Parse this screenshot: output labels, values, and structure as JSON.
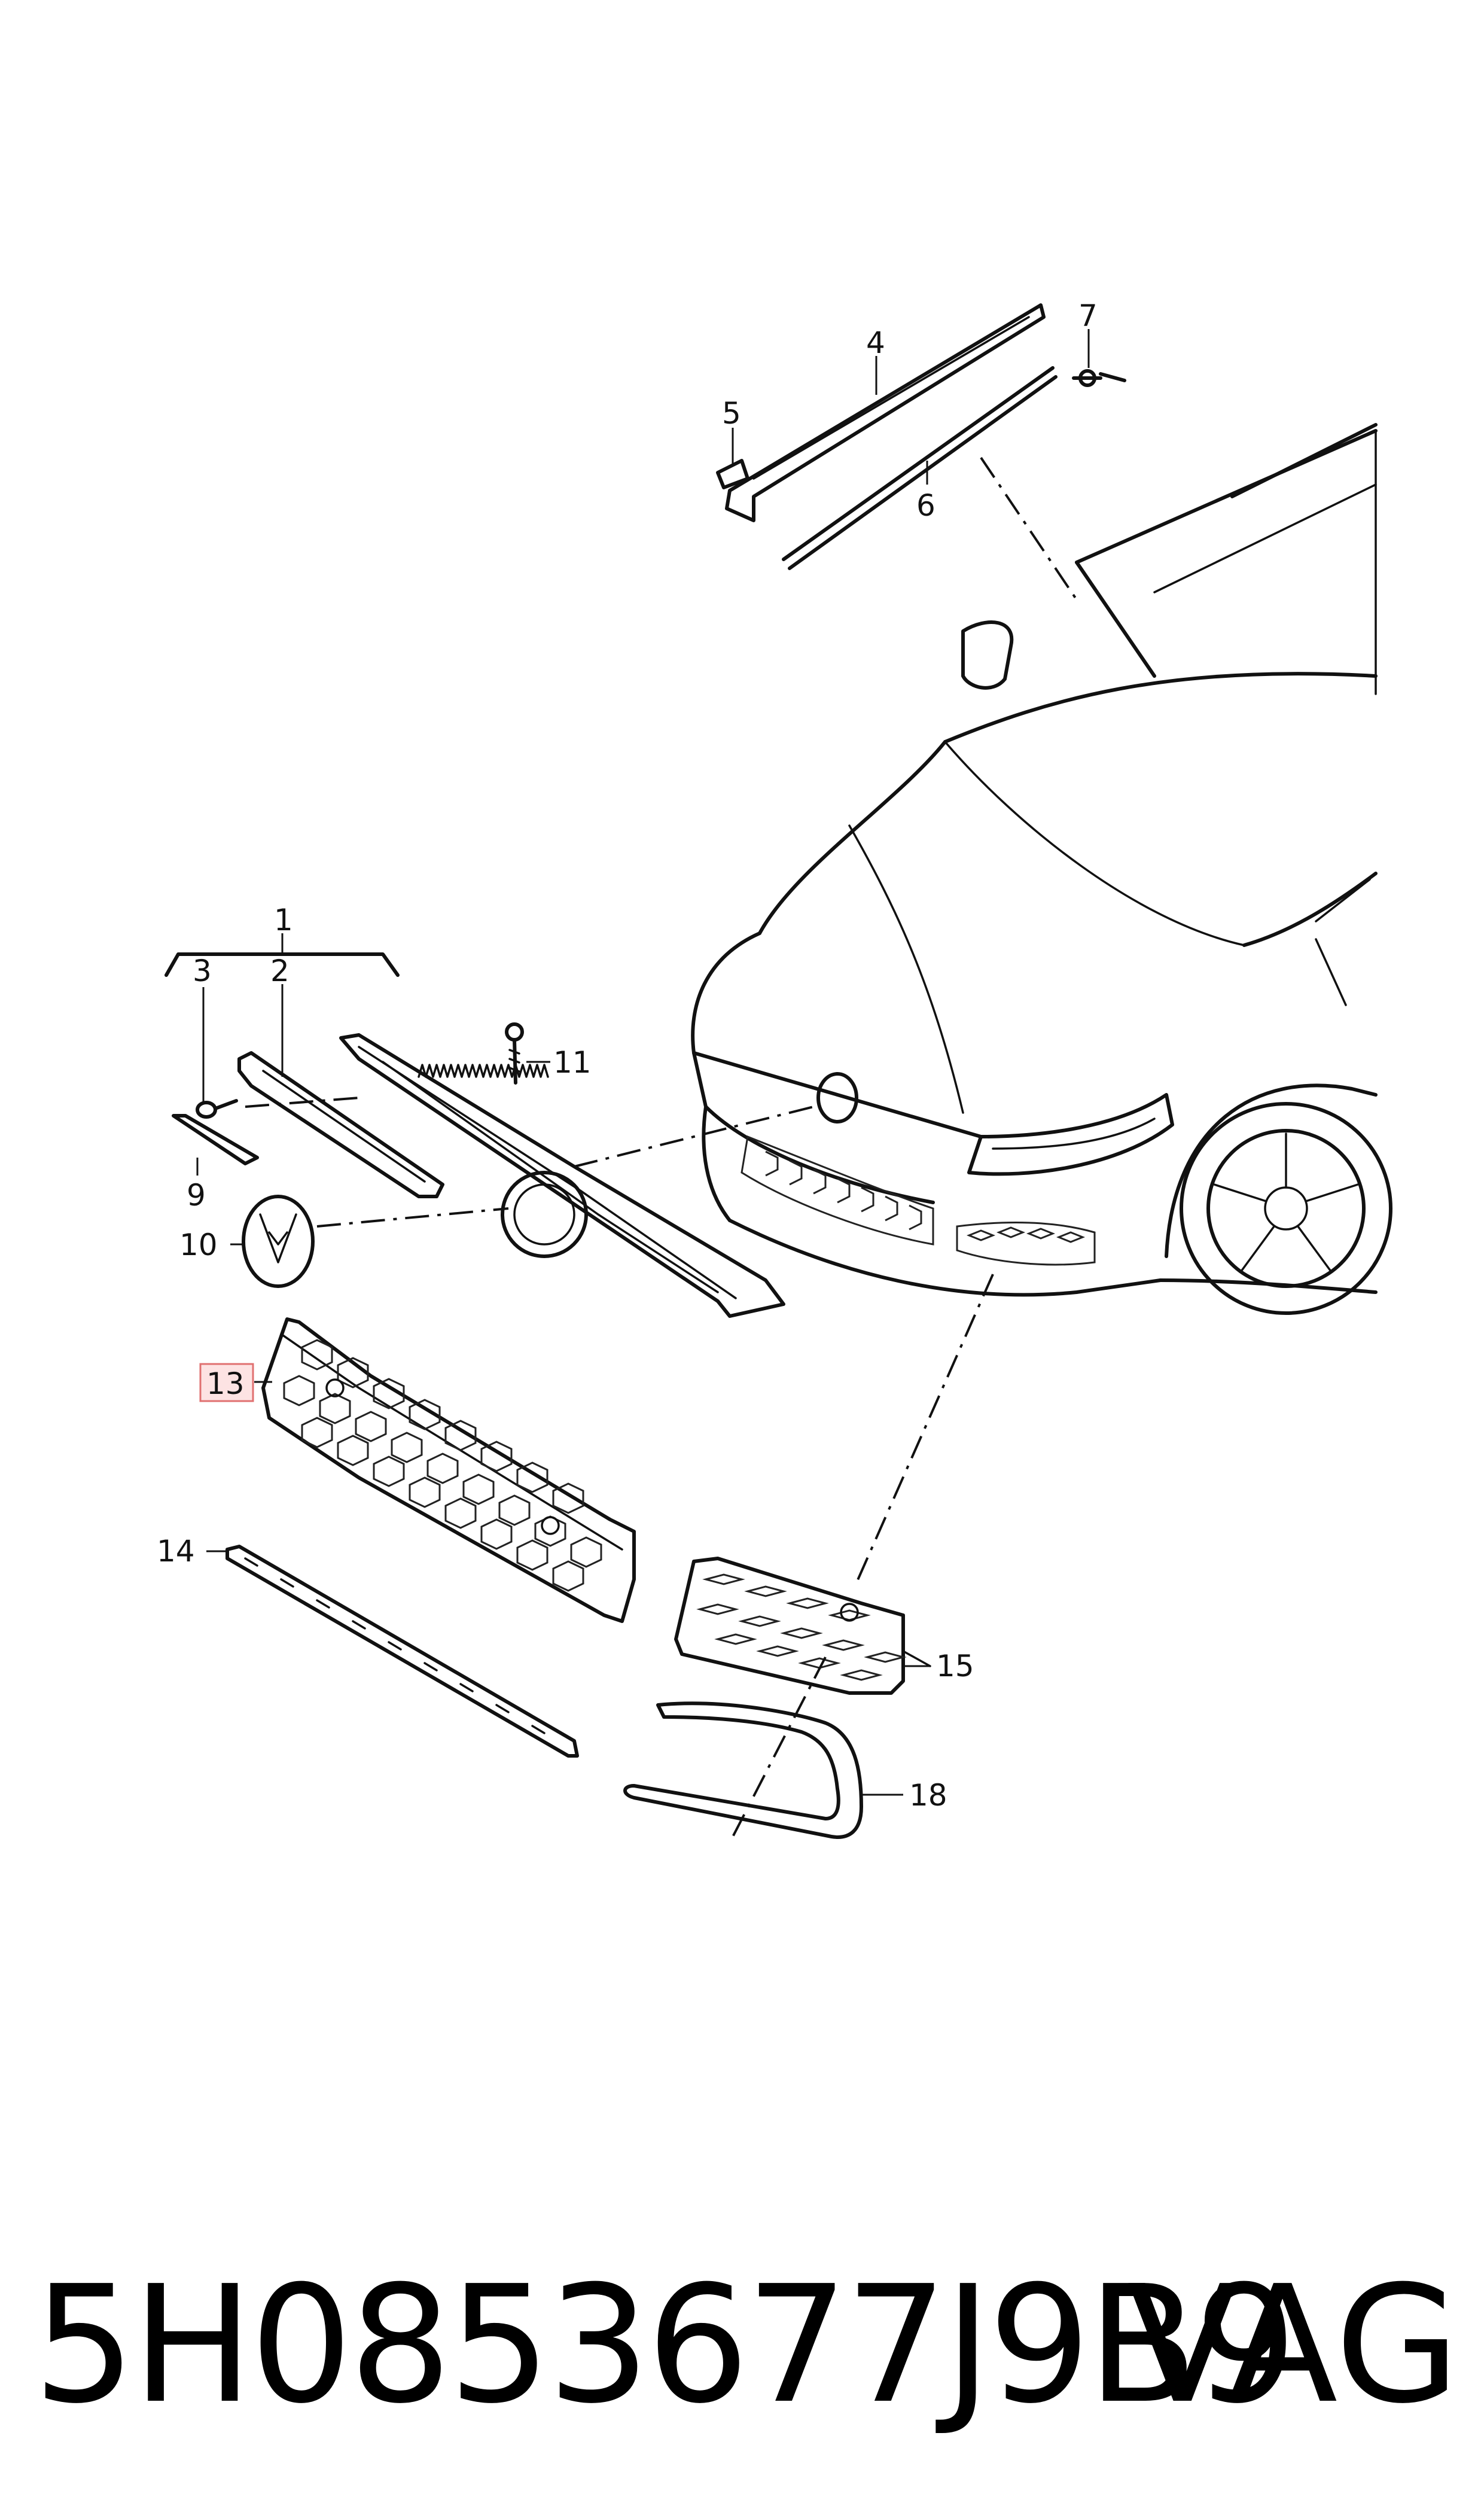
{
  "diagram": {
    "callouts": [
      {
        "id": "1",
        "text": "1"
      },
      {
        "id": "2",
        "text": "2"
      },
      {
        "id": "3",
        "text": "3"
      },
      {
        "id": "4",
        "text": "4"
      },
      {
        "id": "5",
        "text": "5"
      },
      {
        "id": "6",
        "text": "6"
      },
      {
        "id": "7",
        "text": "7"
      },
      {
        "id": "9",
        "text": "9"
      },
      {
        "id": "10",
        "text": "10"
      },
      {
        "id": "11",
        "text": "11"
      },
      {
        "id": "13",
        "text": "13",
        "highlighted": true
      },
      {
        "id": "14",
        "text": "14"
      },
      {
        "id": "15",
        "text": "15"
      },
      {
        "id": "18",
        "text": "18"
      }
    ],
    "highlight_color": "#e07070",
    "highlight_fill": "#fde3e3"
  },
  "footer": {
    "part_number": "5H0853677J9B9",
    "brand": "VAG"
  }
}
